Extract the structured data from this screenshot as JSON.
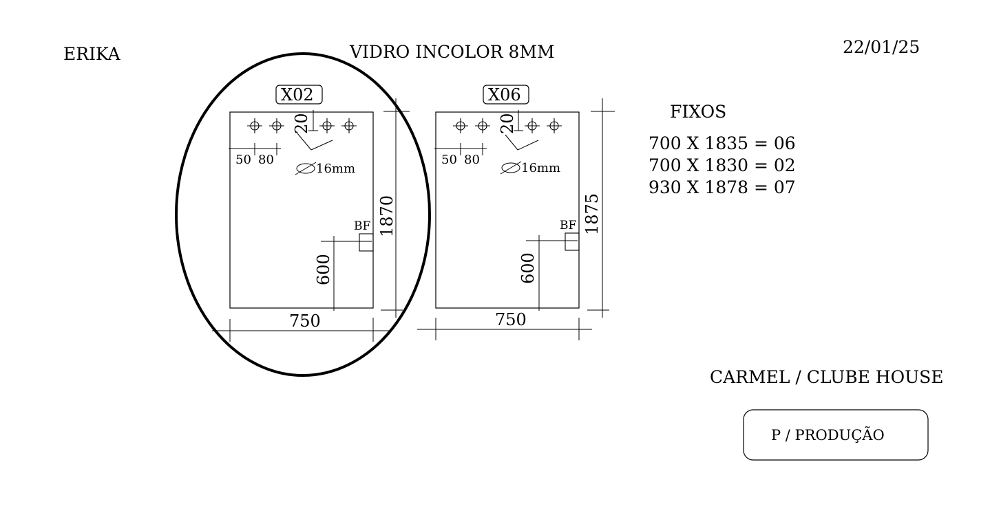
{
  "header": {
    "client": "ERIKA",
    "material": "VIDRO INCOLOR 8MM",
    "date": "22/01/25"
  },
  "panels": [
    {
      "code": "X02",
      "width": "750",
      "height": "1870",
      "hole_spacing_1": "50",
      "hole_spacing_2": "80",
      "top_offset": "20",
      "hole_diameter": "16mm",
      "fitting": "BF",
      "fitting_height": "600",
      "highlighted": true
    },
    {
      "code": "X06",
      "width": "750",
      "height": "1875",
      "hole_spacing_1": "50",
      "hole_spacing_2": "80",
      "top_offset": "20",
      "hole_diameter": "16mm",
      "fitting": "BF",
      "fitting_height": "600",
      "highlighted": false
    }
  ],
  "fixos": {
    "title": "FIXOS",
    "items": [
      "700 X 1835 = 06",
      "700 X 1830 = 02",
      "930 X 1878 = 07"
    ]
  },
  "project": "CARMEL / CLUBE HOUSE",
  "stamp": "P / PRODUÇÃO",
  "colors": {
    "ink": "#000000",
    "background": "#ffffff"
  }
}
